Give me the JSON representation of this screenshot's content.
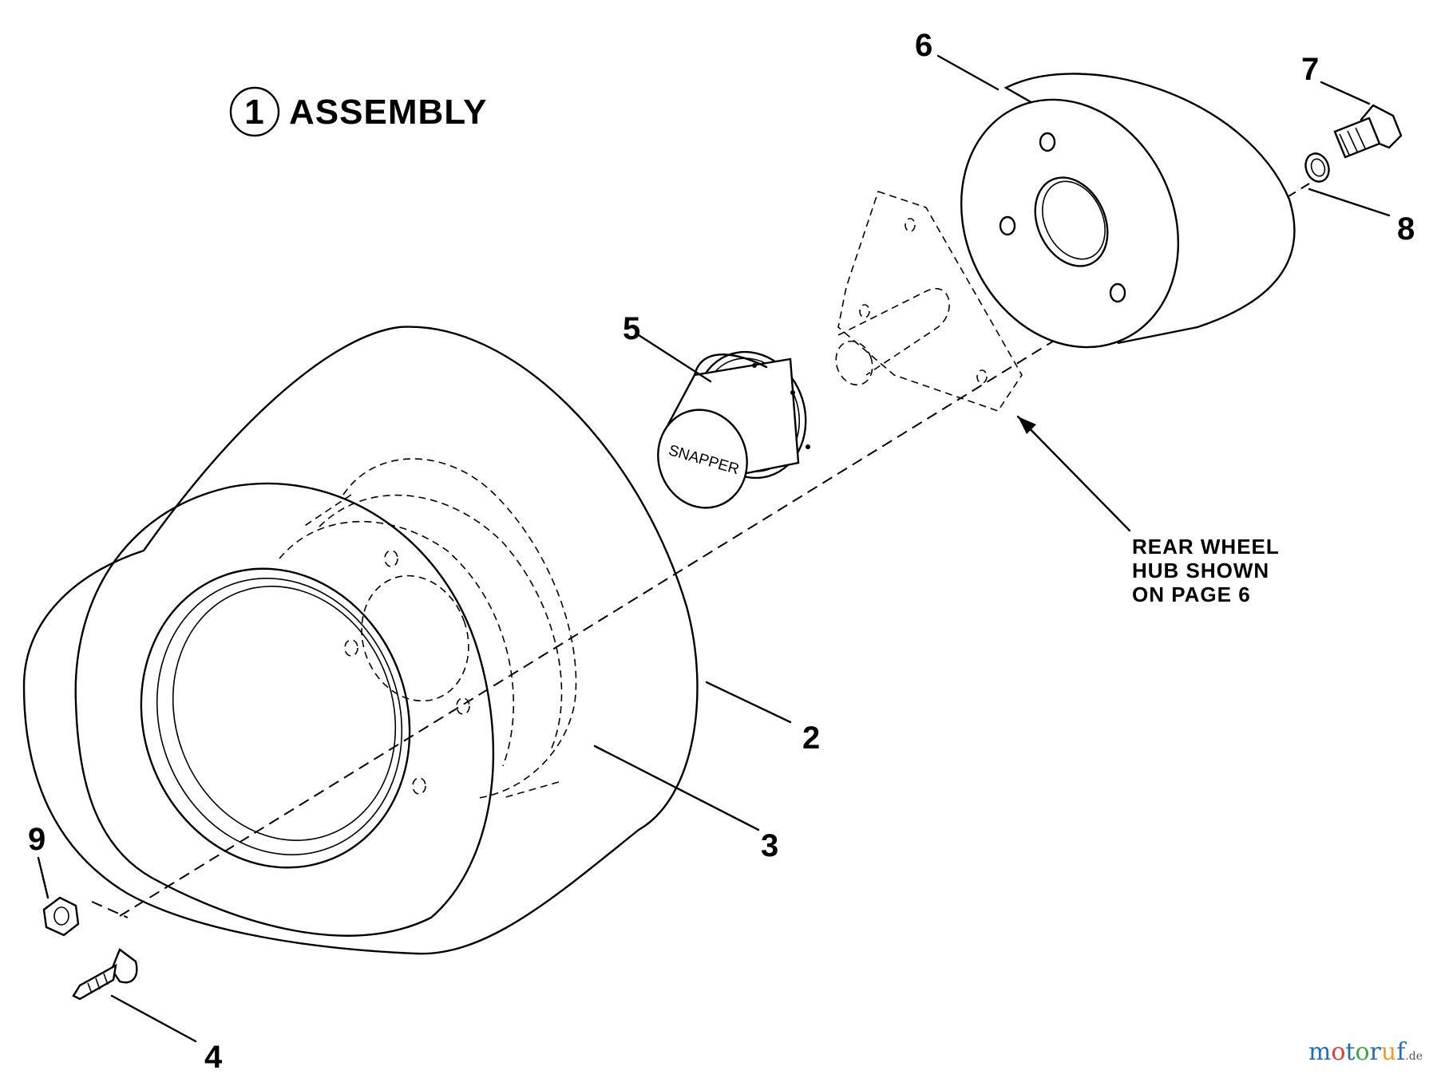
{
  "title": {
    "badge": "1",
    "text": "ASSEMBLY"
  },
  "callouts": [
    {
      "id": "2",
      "part": "tire"
    },
    {
      "id": "3",
      "part": "rim"
    },
    {
      "id": "4",
      "part": "valve-stem"
    },
    {
      "id": "5",
      "part": "hub-cap"
    },
    {
      "id": "6",
      "part": "wheel-weight"
    },
    {
      "id": "7",
      "part": "bolt"
    },
    {
      "id": "8",
      "part": "lock-washer"
    },
    {
      "id": "9",
      "part": "hex-nut"
    }
  ],
  "hub_cap_text": "SNAPPER",
  "note": {
    "line1": "REAR WHEEL",
    "line2": "HUB SHOWN",
    "line3": "ON PAGE 6"
  },
  "watermark": {
    "letters": [
      "m",
      "o",
      "t",
      "o",
      "r",
      "u",
      "f"
    ],
    "suffix": ".de"
  }
}
